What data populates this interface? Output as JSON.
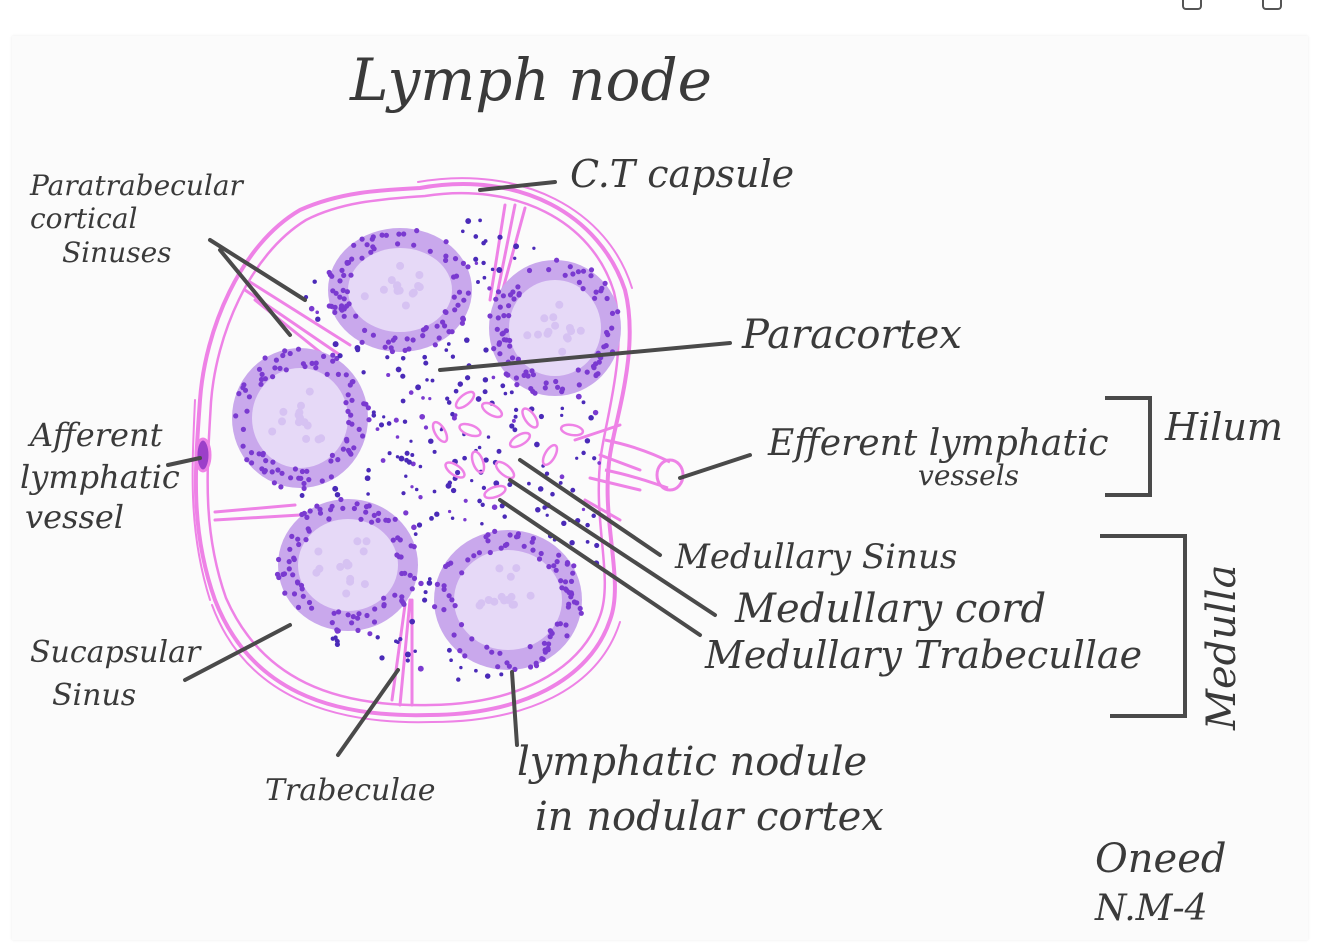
{
  "title": "Lymph node",
  "labels": {
    "ct_capsule": "C.T capsule",
    "paratrabecular_1": "Paratrabecular",
    "paratrabecular_2": "cortical",
    "paratrabecular_3": "Sinuses",
    "paracortex": "Paracortex",
    "afferent_1": "Afferent",
    "afferent_2": "lymphatic",
    "afferent_3": "vessel",
    "efferent_1": "Efferent lymphatic",
    "efferent_2": "vessels",
    "hilum": "Hilum",
    "medullary_sinus": "Medullary Sinus",
    "medullary_cord": "Medullary cord",
    "medullary_trabeculae": "Medullary Trabecullae",
    "medulla": "Medulla",
    "subcapsular_1": "Sucapsular",
    "subcapsular_2": "Sinus",
    "trabeculae": "Trabeculae",
    "nodule_1": "lymphatic nodule",
    "nodule_2": "in nodular cortex"
  },
  "signature": {
    "name": "Oneed",
    "code": "N.M-4"
  },
  "colors": {
    "capsule": "#ee82e6",
    "nodule_dark": "#7a3ad0",
    "nodule_light": "#e6d9f7",
    "nodule_halo": "#c9a8ec",
    "ink": "#3a3a3a",
    "paper": "#fbfbfb"
  }
}
